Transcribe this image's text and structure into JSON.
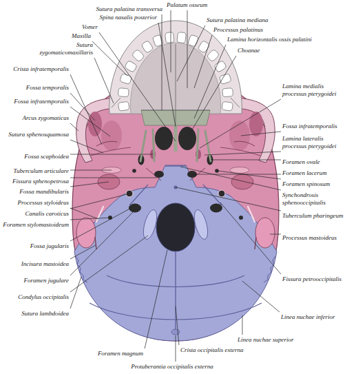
{
  "diagram": {
    "labels": [
      "Sutura palatina transversa",
      "Palatum osseum",
      "Spina nasalis posterior",
      "Sutura palatina mediana",
      "Vomer",
      "Processus palatinus",
      "Maxilla",
      "Lamina horizontalis ossis palatini",
      "Sutura zygomaticomaxillaris",
      "Choanae",
      "Crista infratemporalis",
      "Fossa temporalis",
      "Fossa infratemporalis",
      "Arcus zygomaticus",
      "Sutura sphenosquamosa",
      "Fossa scaphoidea",
      "Tuberculum articulare",
      "Fissura sphenopetrosa",
      "Fossa mandibularis",
      "Processus styloideus",
      "Canalis caroticus",
      "Foramen stylomastoideum",
      "Fossa jugularis",
      "Incisura mastoidea",
      "Foramen jugulare",
      "Condylus occipitalis",
      "Sutura lambdoidea",
      "Foramen magnum",
      "Crista occipitalis externa",
      "Protuberantia occipitalis externa",
      "Linea nuchae superior",
      "Linea nuchae inferior",
      "Lamina medialis processus pterygoidei",
      "Fossa infratemporalis",
      "Lamina lateralis processus pterygoidei",
      "Foramen ovale",
      "Foramen lacerum",
      "Foramen spinosum",
      "Synchondrosis sphenooccipitalis",
      "Tuberculum pharingeum",
      "Processus mastoideus",
      "Fissura petrooccipitalis"
    ]
  }
}
